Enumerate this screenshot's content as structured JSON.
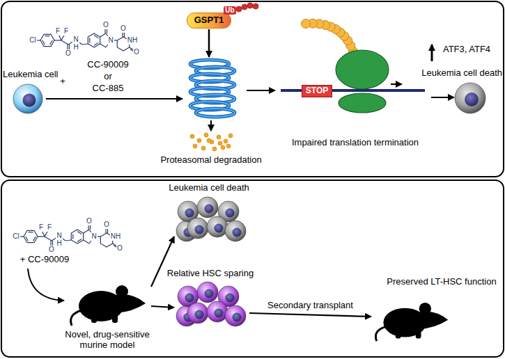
{
  "diagram": {
    "nodes": [
      {
        "text": [
          "Leukemia cell"
        ]
      },
      {
        "text": [
          "GSPT1"
        ]
      },
      {
        "text": [
          "Proteasomal degradation"
        ]
      },
      {
        "text": [
          "STOP",
          "Impaired translation termination"
        ]
      },
      {
        "text": [
          "Leukemia cell death"
        ]
      },
      {
        "text": [
          "Novel, drug-sensitive murine model"
        ]
      },
      {
        "text": [
          "Leukemia cell death"
        ]
      },
      {
        "text": [
          "Relative HSC sparing"
        ]
      },
      {
        "text": [
          "Preserved LT-HSC function"
        ]
      }
    ],
    "edges": [
      {
        "from": 0,
        "to": 1,
        "arrow": "to"
      },
      {
        "from": 1,
        "to": 2,
        "arrow": "to"
      },
      {
        "from": 1,
        "to": 3,
        "arrow": "to"
      },
      {
        "from": 3,
        "to": 4,
        "arrow": "to"
      },
      {
        "from": 5,
        "to": 6,
        "arrow": "to"
      },
      {
        "from": 5,
        "to": 7,
        "arrow": "to"
      },
      {
        "from": 7,
        "to": 8,
        "label": "Secondary transplant",
        "arrow": "to"
      }
    ],
    "labels": [
      "Cl",
      "F",
      "F",
      "O",
      "N",
      "H",
      "O",
      "N",
      "O",
      "NH",
      "O",
      "Ub",
      "+",
      "CC-90009",
      "or",
      "CC-885",
      "ATF3, ATF4",
      "Cl",
      "F",
      "F",
      "O",
      "N",
      "H",
      "O",
      "N",
      "O",
      "NH",
      "O",
      "+ CC-90009"
    ]
  }
}
